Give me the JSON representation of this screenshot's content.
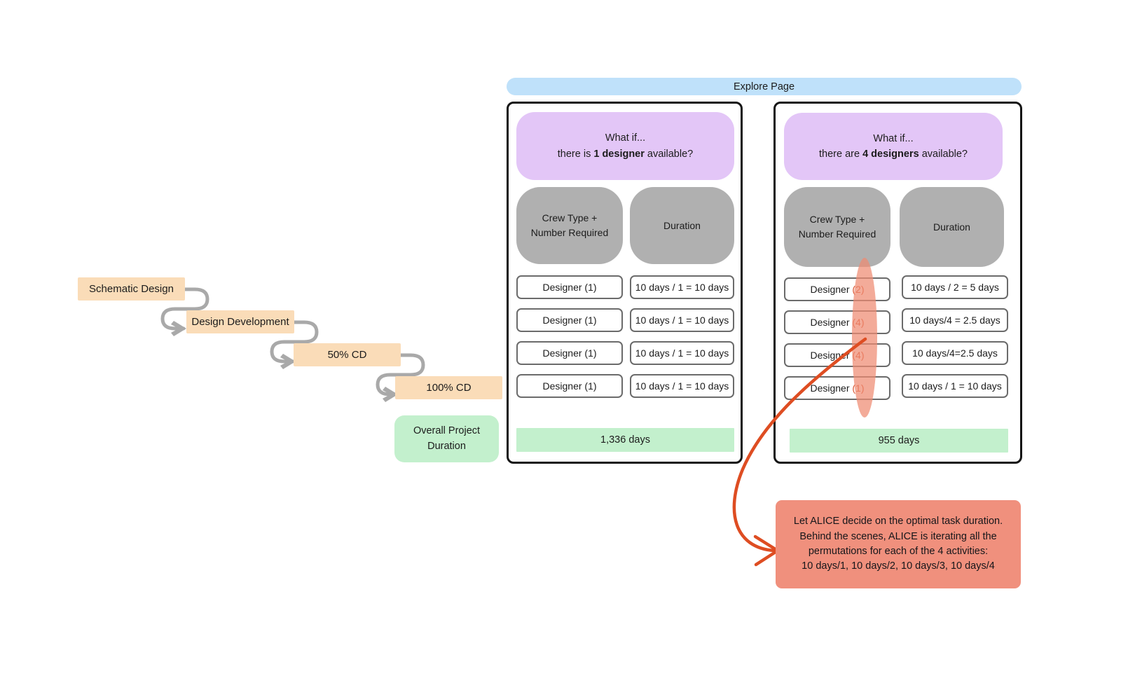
{
  "banner": {
    "label": "Explore Page"
  },
  "flow": {
    "boxes": [
      {
        "label": "Schematic Design"
      },
      {
        "label": "Design Development"
      },
      {
        "label": "50% CD"
      },
      {
        "label": "100% CD"
      }
    ],
    "overall": {
      "line1": "Overall Project",
      "line2": "Duration"
    }
  },
  "columns": {
    "crew": {
      "line1": "Crew Type +",
      "line2": "Number Required"
    },
    "duration": {
      "label": "Duration"
    }
  },
  "scenario_one": {
    "whatif": {
      "line1": "What if...",
      "prefix": "there is ",
      "emphasis": "1 designer",
      "suffix": " available?"
    },
    "rows": [
      {
        "crew": "Designer (1)",
        "duration": "10 days / 1 = 10 days"
      },
      {
        "crew": "Designer (1)",
        "duration": "10 days / 1 = 10 days"
      },
      {
        "crew": "Designer (1)",
        "duration": "10 days / 1 = 10 days"
      },
      {
        "crew": "Designer (1)",
        "duration": "10 days / 1 = 10 days"
      }
    ],
    "total": "1,336 days"
  },
  "scenario_four": {
    "whatif": {
      "line1": "What if...",
      "prefix": "there are ",
      "emphasis": "4 designers",
      "suffix": " available?"
    },
    "rows": [
      {
        "crew_base": "Designer ",
        "crew_count": "(2)",
        "duration": "10 days / 2 = 5 days"
      },
      {
        "crew_base": "Designer ",
        "crew_count": "(4)",
        "duration": "10 days/4 = 2.5 days"
      },
      {
        "crew_base": "Designer ",
        "crew_count": "(4)",
        "duration": "10 days/4=2.5 days"
      },
      {
        "crew_base": "Designer ",
        "crew_count": "(1)",
        "duration": "10 days / 1 = 10 days"
      }
    ],
    "total": "955 days"
  },
  "callout": {
    "line1": "Let ALICE decide on the optimal task duration.",
    "line2": "Behind the scenes, ALICE is iterating all the",
    "line3": "permutations for each of the 4 activities:",
    "line4": "10 days/1, 10 days/2, 10 days/3, 10 days/4"
  },
  "colors": {
    "flow_box": "#fadcb8",
    "green": "#c3f0cd",
    "banner_blue": "#bfe1fa",
    "purple": "#e3c6f7",
    "gray_pill": "#b0b0b0",
    "callout_salmon": "#f0907d",
    "accent_orange": "#d9512c",
    "connector_gray": "#a9a9a9"
  }
}
